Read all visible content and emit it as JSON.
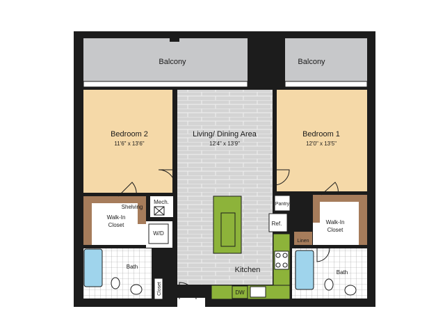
{
  "rooms": {
    "balcony_left": "Balcony",
    "balcony_right": "Balcony",
    "bedroom2": {
      "name": "Bedroom 2",
      "dims": "11'6\" x 13'6\""
    },
    "living": {
      "name": "Living/ Dining Area",
      "dims": "12'4\" x 13'9\""
    },
    "bedroom1": {
      "name": "Bedroom 1",
      "dims": "12'0\" x 13'5\""
    },
    "shelving": "Shelving",
    "mech": "Mech.",
    "walkin_left": [
      "Walk-In",
      "Closet"
    ],
    "wd": "W/D",
    "bath_left": "Bath",
    "closet": "Closet",
    "kitchen": "Kitchen",
    "dw": "DW",
    "pantry": "Pantry",
    "ref": "Ref.",
    "linen": "Linen",
    "walkin_right": [
      "Walk-In",
      "Closet"
    ],
    "bath_right": "Bath"
  },
  "colors": {
    "wall": "#1c1c1c",
    "balcony": "#c7c8ca",
    "bedroom": "#f5d9a8",
    "floor_plank": "#d2d2d2",
    "closet_wood": "#a67c5b",
    "island": "#8db33a",
    "tile": "#ffffff",
    "tub": "#9fd4ec"
  }
}
